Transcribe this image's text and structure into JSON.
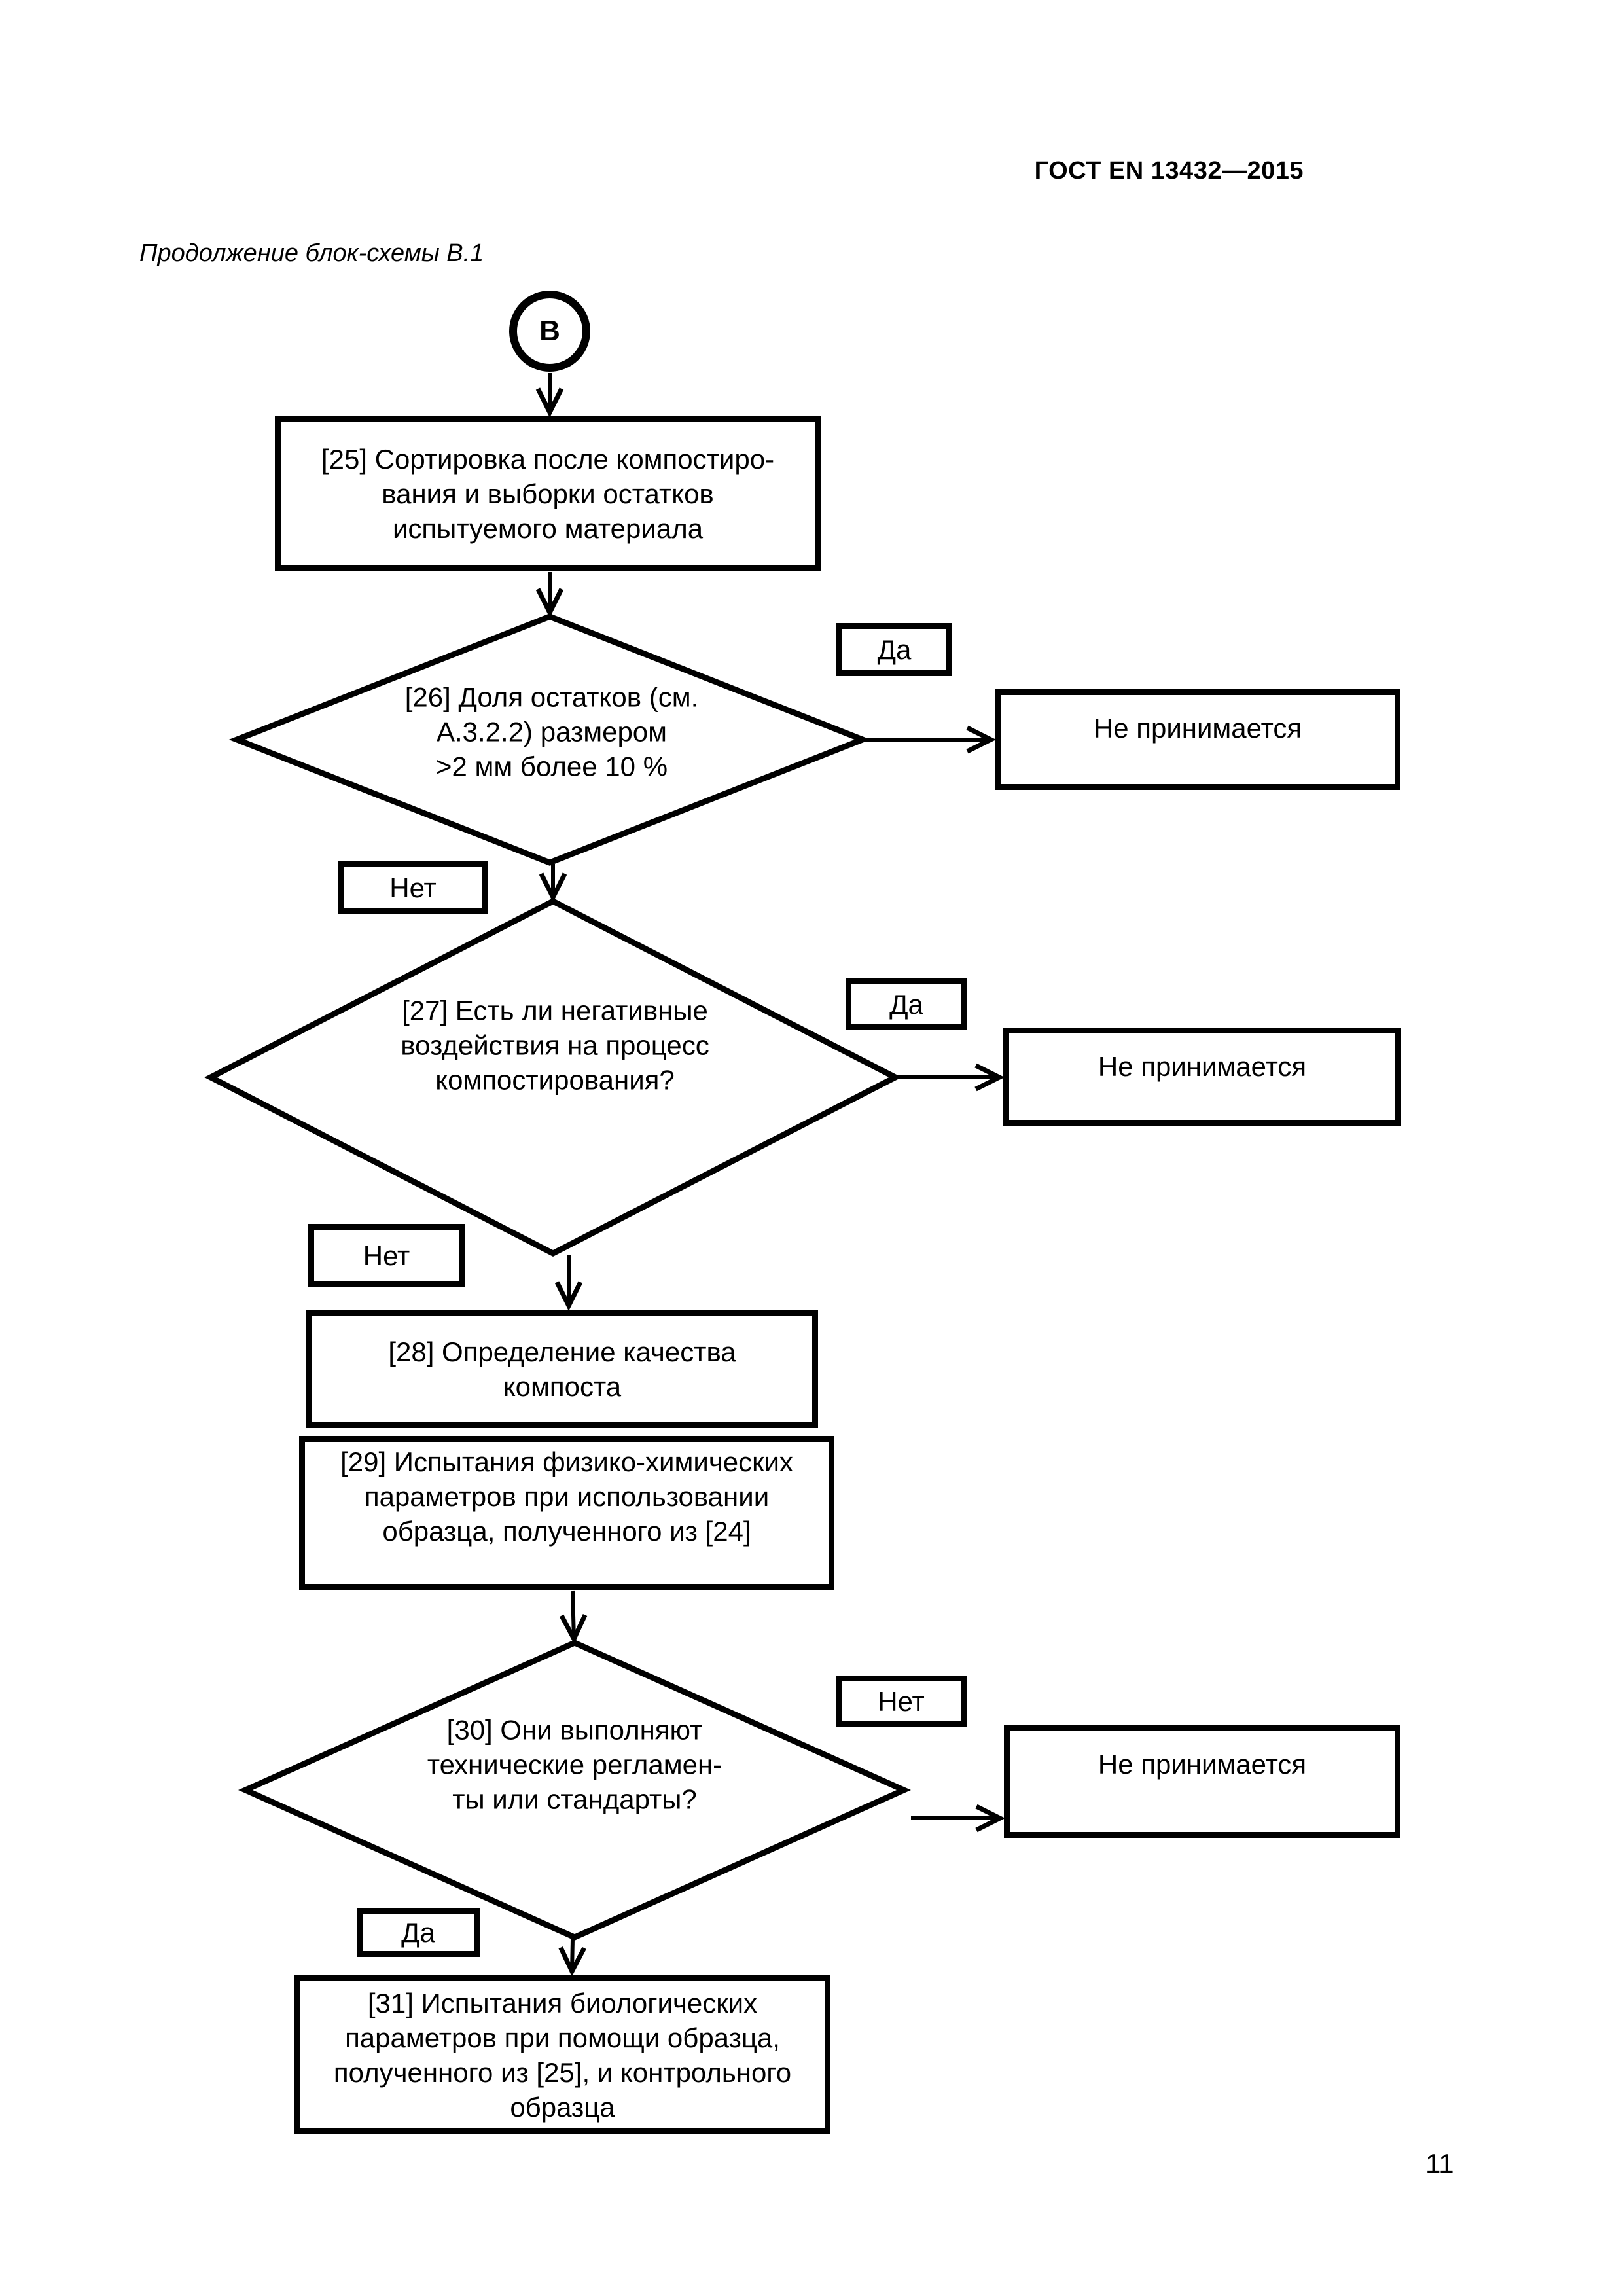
{
  "page": {
    "header": "ГОСТ EN 13432—2015",
    "caption": "Продолжение блок-схемы В.1",
    "page_number": "11"
  },
  "flowchart": {
    "connector_label": "В",
    "yes_label": "Да",
    "no_label": "Нет",
    "rejected_label": "Не принимается",
    "nodes": {
      "box25": "[25] Сортировка после компостиро-\nвания и выборки остатков\nиспытуемого материала",
      "d26": "[26] Доля остатков (см.\nА.3.2.2) размером\n>2 мм более 10 %",
      "d27": "[27] Есть ли негативные\nвоздействия на процесс\nкомпостирования?",
      "box28": "[28] Определение качества\nкомпоста",
      "box29": "[29] Испытания физико-химических\nпараметров при использовании\nобразца, полученного из [24]",
      "d30": "[30] Они выполняют\nтехнические регламен-\nты или стандарты?",
      "box31": "[31] Испытания биологических\nпараметров при помощи образца,\nполученного из [25], и контрольного\nобразца"
    },
    "colors": {
      "ink": "#000000",
      "paper": "#ffffff"
    }
  }
}
